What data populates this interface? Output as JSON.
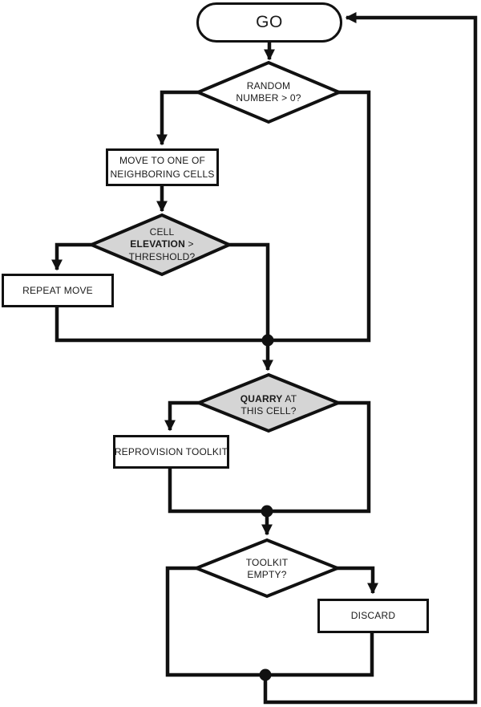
{
  "colors": {
    "line": "#111111",
    "diamond_shaded_fill": "#d5d5d5",
    "node_fill": "#ffffff",
    "text": "#1a1a1a"
  },
  "nodes": {
    "go": {
      "label": "GO",
      "type": "start"
    },
    "random_number": {
      "line1": "RANDOM",
      "line2": "NUMBER > 0?",
      "type": "decision"
    },
    "move_to_neighbor": {
      "line1": "MOVE TO ONE OF",
      "line2": "NEIGHBORING CELLS",
      "type": "process"
    },
    "cell_elevation": {
      "line1": "CELL",
      "line2_bold": "ELEVATION",
      "line2_rest": " >",
      "line3": "THRESHOLD?",
      "type": "decision-shaded"
    },
    "repeat_move": {
      "label": "REPEAT MOVE",
      "type": "process"
    },
    "quarry_at_cell": {
      "line1_bold": "QUARRY",
      "line1_rest": " AT",
      "line2": "THIS CELL?",
      "type": "decision-shaded"
    },
    "reprovision_toolkit": {
      "label": "REPROVISION TOOLKIT",
      "type": "process"
    },
    "toolkit_empty": {
      "line1": "TOOLKIT",
      "line2": "EMPTY?",
      "type": "decision"
    },
    "discard": {
      "label": "DISCARD",
      "type": "process"
    }
  },
  "edges": [
    {
      "from": "go",
      "to": "random_number"
    },
    {
      "from": "random_number",
      "to": "move_to_neighbor",
      "branch": "left"
    },
    {
      "from": "random_number",
      "to": "junction_1",
      "branch": "right-loop"
    },
    {
      "from": "move_to_neighbor",
      "to": "cell_elevation"
    },
    {
      "from": "cell_elevation",
      "to": "repeat_move",
      "branch": "left"
    },
    {
      "from": "cell_elevation",
      "to": "junction_1",
      "branch": "right"
    },
    {
      "from": "repeat_move",
      "to": "junction_1"
    },
    {
      "from": "junction_1",
      "to": "quarry_at_cell"
    },
    {
      "from": "quarry_at_cell",
      "to": "reprovision_toolkit",
      "branch": "left"
    },
    {
      "from": "quarry_at_cell",
      "to": "junction_2",
      "branch": "right"
    },
    {
      "from": "reprovision_toolkit",
      "to": "junction_2"
    },
    {
      "from": "junction_2",
      "to": "toolkit_empty"
    },
    {
      "from": "toolkit_empty",
      "to": "junction_3",
      "branch": "left"
    },
    {
      "from": "toolkit_empty",
      "to": "discard",
      "branch": "right"
    },
    {
      "from": "discard",
      "to": "junction_3"
    },
    {
      "from": "junction_3",
      "to": "go",
      "branch": "return-loop"
    }
  ]
}
